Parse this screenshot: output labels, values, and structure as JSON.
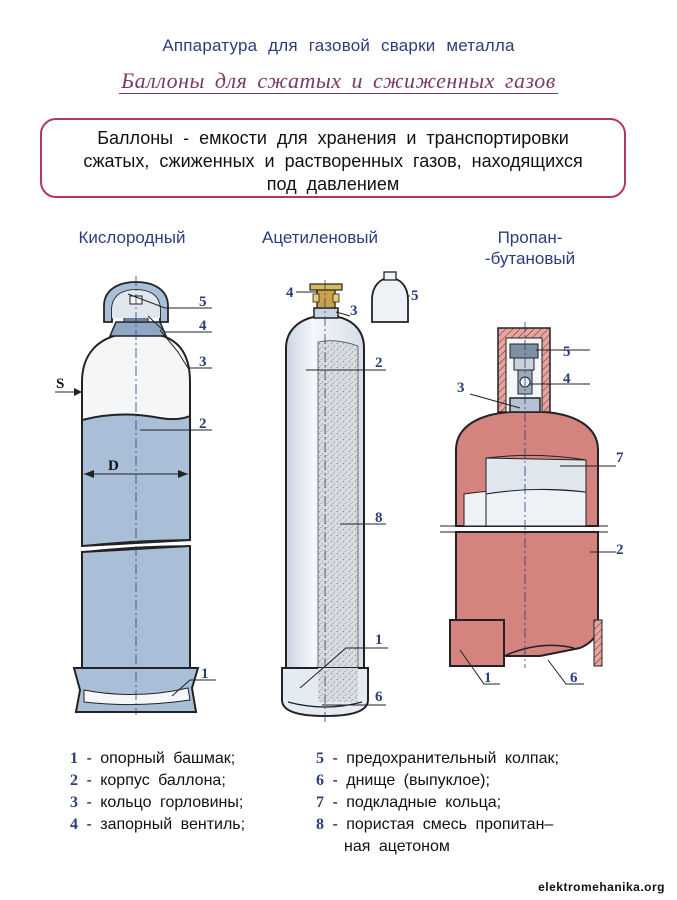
{
  "header": {
    "subtitle": "Аппаратура для газовой сварки металла",
    "title": "Баллоны для сжатых и сжиженных газов"
  },
  "definition": {
    "lines": [
      "Баллоны - емкости для хранения и транспортировки",
      "сжатых, сжиженных и растворенных газов, находящихся",
      "под давлением"
    ]
  },
  "columns": {
    "oxygen": "Кислородный",
    "acetylene": "Ацетиленовый",
    "propane_line1": "Пропан-",
    "propane_line2": "-бутановый"
  },
  "diagram_labels": {
    "s": "S",
    "d": "D",
    "n1": "1",
    "n2": "2",
    "n3": "3",
    "n4": "4",
    "n5": "5",
    "n6": "6",
    "n7": "7",
    "n8": "8"
  },
  "colors": {
    "oxygen_body": "#a9bfd8",
    "acetylene_body": "#e4ebf3",
    "propane_body": "#d4837e",
    "accent": "#2c3e7a",
    "frame": "#b5346a"
  },
  "legend": {
    "left": [
      {
        "num": "1",
        "text": "- опорный башмак;"
      },
      {
        "num": "2",
        "text": "- корпус баллона;"
      },
      {
        "num": "3",
        "text": "- кольцо горловины;"
      },
      {
        "num": "4",
        "text": "- запорный вентиль;"
      }
    ],
    "right": [
      {
        "num": "5",
        "text": "- предохранительный колпак;"
      },
      {
        "num": "6",
        "text": "- днище (выпуклое);"
      },
      {
        "num": "7",
        "text": "- подкладные кольца;"
      },
      {
        "num": "8",
        "text": "- пористая смесь пропитан–"
      }
    ],
    "continuation": "ная ацетоном"
  },
  "footer": "elektromehanika.org"
}
